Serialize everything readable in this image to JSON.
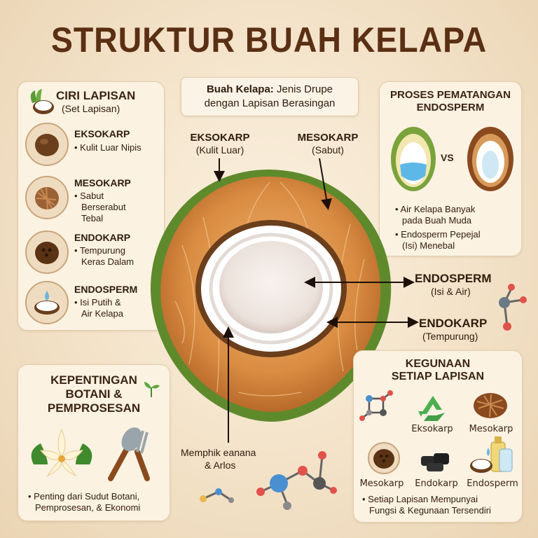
{
  "title": "STRUKTUR BUAH KELAPA",
  "subtitle_box": {
    "line1_bold": "Buah Kelapa:",
    "line1_rest": " Jenis Drupe",
    "line2": "dengan Lapisan Berasingan"
  },
  "layers_panel": {
    "title": "CIRI LAPISAN",
    "subtitle": "(Set Lapisan)",
    "items": [
      {
        "name": "EKSOKARP",
        "desc": [
          "Kulit Luar Nipis"
        ]
      },
      {
        "name": "MESOKARP",
        "desc": [
          "Sabut",
          "Berserabut",
          "Tebal"
        ]
      },
      {
        "name": "ENDOKARP",
        "desc": [
          "Tempurung",
          "Keras Dalam"
        ]
      },
      {
        "name": "ENDOSPERM",
        "desc": [
          "Isi Putih &",
          "Air Kelapa"
        ]
      }
    ]
  },
  "ripening_panel": {
    "title_l1": "PROSES PEMATANGAN",
    "title_l2": "ENDOSPERM",
    "vs": "VS",
    "points": [
      {
        "l1": "Air Kelapa Banyak",
        "l2": "pada Buah Muda"
      },
      {
        "l1": "Endosperm Pepejal",
        "l2": "(Isi) Menebal"
      }
    ]
  },
  "diagram_labels": {
    "exocarp": {
      "name": "EKSOKARP",
      "sub": "(Kulit Luar)"
    },
    "mesocarp": {
      "name": "MESOKARP",
      "sub": "(Sabut)"
    },
    "endosperm": {
      "name": "ENDOSPERM",
      "sub": "(Isi & Air)"
    },
    "endocarp": {
      "name": "ENDOKARP",
      "sub": "(Tempurung)"
    },
    "bottom_l1": "Memphik eanana",
    "bottom_l2": "& Arlos"
  },
  "importance_panel": {
    "title_l1": "KEPENTINGAN",
    "title_l2": "BOTANI &",
    "title_l3": "PEMPROSESAN",
    "point_l1": "Penting dari Sudut Botani,",
    "point_l2": "Pemprosesan, & Ekonomi"
  },
  "uses_panel": {
    "title_l1": "KEGUNAAN",
    "title_l2": "SETIAP LAPISAN",
    "row1": [
      "Eksokarp",
      "Mesokarp"
    ],
    "row2": [
      "Mesokarp",
      "Endokarp",
      "Endosperm"
    ],
    "point_l1": "Setiap Lapisan Mempunyai",
    "point_l2": "Fungsi & Kegunaan Tersendiri"
  },
  "colors": {
    "title": "#5a2f14",
    "husk": "#d9904a",
    "skin": "#5f8a2c",
    "shell": "#6b3e1c",
    "meat": "#ffffff"
  }
}
